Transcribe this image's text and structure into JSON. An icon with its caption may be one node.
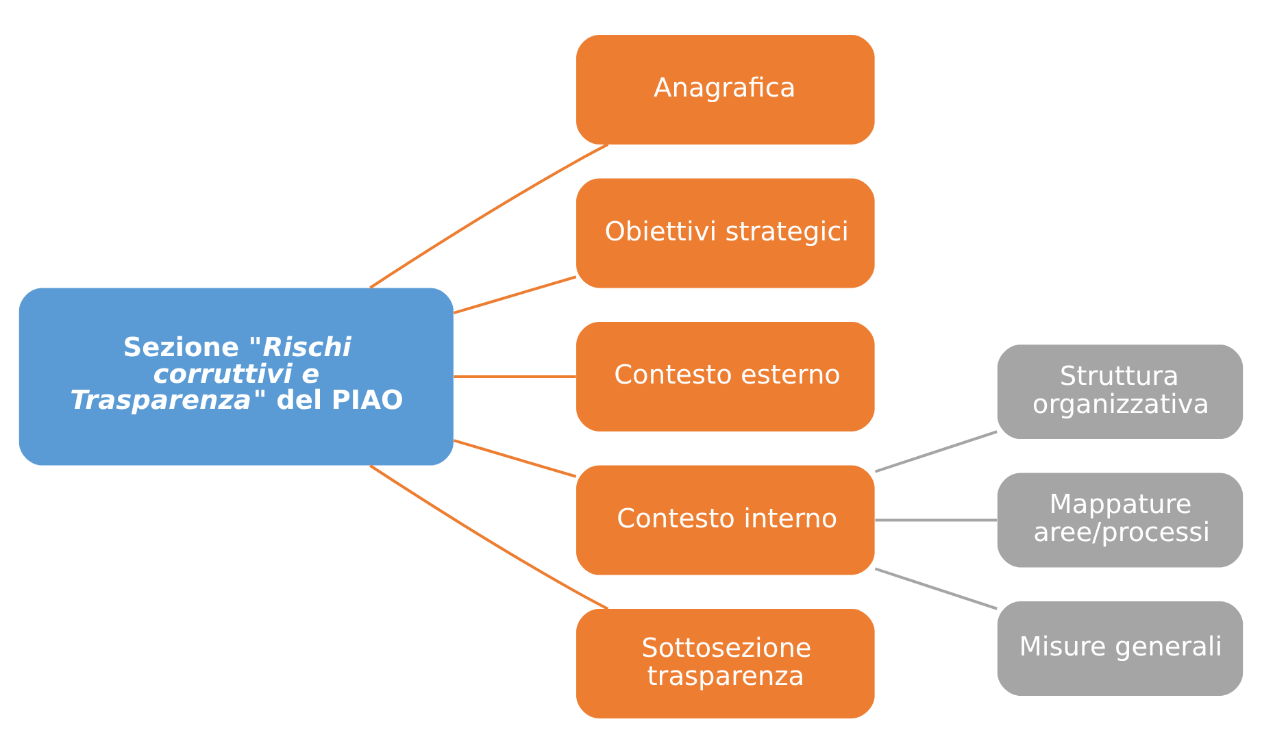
{
  "diagram": {
    "nodes": [
      {
        "text": [
          "Sezione \"*Rischi corruttivi e Trasparenza*\" del PIAO"
        ]
      },
      {
        "text": [
          "Anagrafica"
        ]
      },
      {
        "text": [
          "Obiettivi strategici"
        ]
      },
      {
        "text": [
          "Contesto esterno"
        ]
      },
      {
        "text": [
          "Contesto interno"
        ]
      },
      {
        "text": [
          "Sottosezione trasparenza"
        ]
      },
      {
        "text": [
          "Struttura organizzativa"
        ]
      },
      {
        "text": [
          "Mappature aree/processi"
        ]
      },
      {
        "text": [
          "Misure generali"
        ]
      }
    ],
    "edges": [
      {
        "from": 0,
        "to": 1,
        "arrow": "none"
      },
      {
        "from": 0,
        "to": 2,
        "arrow": "none"
      },
      {
        "from": 0,
        "to": 3,
        "arrow": "none"
      },
      {
        "from": 0,
        "to": 4,
        "arrow": "none"
      },
      {
        "from": 0,
        "to": 5,
        "arrow": "none"
      },
      {
        "from": 4,
        "to": 6,
        "arrow": "none",
        "color": "#a5a5a5"
      },
      {
        "from": 4,
        "to": 7,
        "arrow": "none",
        "color": "#a5a5a5"
      },
      {
        "from": 4,
        "to": 8,
        "arrow": "none",
        "color": "#a5a5a5"
      }
    ]
  }
}
